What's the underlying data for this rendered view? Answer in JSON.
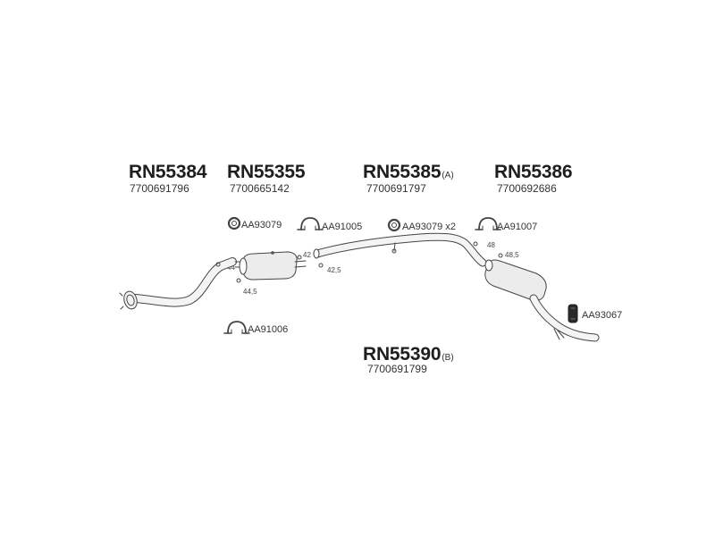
{
  "parts": [
    {
      "code": "RN55384",
      "oem": "7700691796",
      "variant": ""
    },
    {
      "code": "RN55355",
      "oem": "7700665142",
      "variant": ""
    },
    {
      "code": "RN55385",
      "oem": "7700691797",
      "variant": "(A)"
    },
    {
      "code": "RN55386",
      "oem": "7700692686",
      "variant": ""
    },
    {
      "code": "RN55390",
      "oem": "7700691799",
      "variant": "(B)"
    }
  ],
  "accessories": [
    {
      "code": "AA93079",
      "icon": "ring-gasket-icon"
    },
    {
      "code": "AA91005",
      "icon": "clamp-icon"
    },
    {
      "code": "AA93079 x2",
      "icon": "ring-gasket-icon"
    },
    {
      "code": "AA91007",
      "icon": "clamp-icon"
    },
    {
      "code": "AA91006",
      "icon": "clamp-icon"
    },
    {
      "code": "AA93067",
      "icon": "rubber-hanger-icon"
    }
  ],
  "diameters": [
    "44",
    "44,5",
    "42",
    "42,5",
    "48",
    "48,5"
  ],
  "colors": {
    "line": "#444444",
    "fill": "#e6e6e6",
    "text": "#1e1e1e"
  }
}
